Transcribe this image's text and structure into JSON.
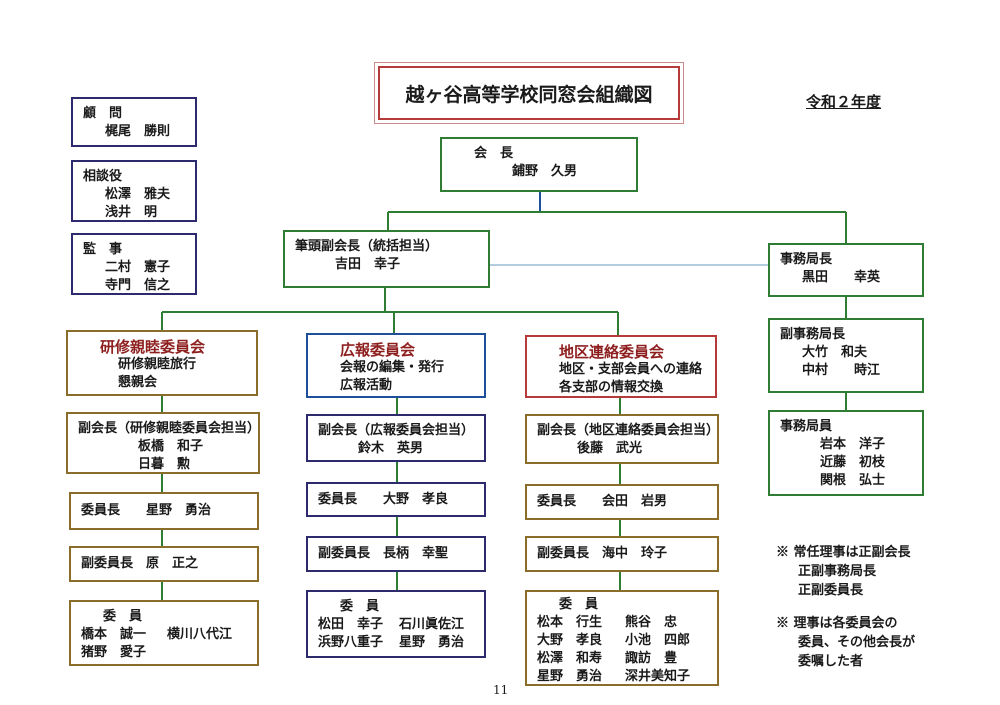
{
  "title": "越ヶ谷高等学校同窓会組織図",
  "year": "令和２年度",
  "advisors": [
    {
      "role": "顧　問",
      "names": [
        "梶尾　勝則"
      ]
    },
    {
      "role": "相談役",
      "names": [
        "松澤　雅夫",
        "浅井　明"
      ]
    },
    {
      "role": "監　事",
      "names": [
        "二村　憲子",
        "寺門　信之"
      ]
    }
  ],
  "president": {
    "role": "会　長",
    "name": "鋪野　久男"
  },
  "senior_vp": {
    "role": "筆頭副会長（統括担当）",
    "name": "吉田　幸子"
  },
  "secretariat": {
    "chief": {
      "role": "事務局長",
      "name": "黒田　　幸英"
    },
    "deputy": {
      "role": "副事務局長",
      "names": [
        "大竹　和夫",
        "中村　　時江"
      ]
    },
    "staff": {
      "role": "事務局員",
      "names": [
        "岩本　洋子",
        "近藤　初枝",
        "関根　弘士"
      ]
    }
  },
  "committees": [
    {
      "name": "研修親睦委員会",
      "duties": [
        "研修親睦旅行",
        "懇親会"
      ],
      "vp": {
        "role": "副会長（研修親睦委員会担当）",
        "names": [
          "板橋　和子",
          "日暮　勲"
        ]
      },
      "chair": "委員長　　星野　勇治",
      "vice_chair": "副委員長　原　正之",
      "members_label": "委　員",
      "members": [
        "橋本　誠一",
        "横川八代江",
        "猪野　愛子"
      ]
    },
    {
      "name": "広報委員会",
      "duties": [
        "会報の編集・発行",
        "広報活動"
      ],
      "vp": {
        "role": "副会長（広報委員会担当）",
        "names": [
          "鈴木　英男"
        ]
      },
      "chair": "委員長　　大野　孝良",
      "vice_chair": "副委員長　長柄　幸聖",
      "members_label": "委　員",
      "members": [
        "松田　幸子",
        "石川眞佐江",
        "浜野八重子",
        "星野　勇治"
      ]
    },
    {
      "name": "地区連絡委員会",
      "duties": [
        "地区・支部会員への連絡",
        "各支部の情報交換"
      ],
      "vp": {
        "role": "副会長（地区連絡委員会担当）",
        "names": [
          "後藤　武光"
        ]
      },
      "chair": "委員長　　会田　岩男",
      "vice_chair": "副委員長　海中　玲子",
      "members_label": "委　員",
      "members": [
        "松本　行生",
        "熊谷　忠",
        "大野　孝良",
        "小池　四郎",
        "松澤　和寿",
        "諏訪　豊",
        "星野　勇治",
        "深井美知子"
      ]
    }
  ],
  "notes": [
    [
      "※ 常任理事は正副会長",
      "正副事務局長",
      "正副委員長"
    ],
    [
      "※ 理事は各委員会の",
      "委員、その他会長が",
      "委嘱した者"
    ]
  ],
  "page_number": "11"
}
